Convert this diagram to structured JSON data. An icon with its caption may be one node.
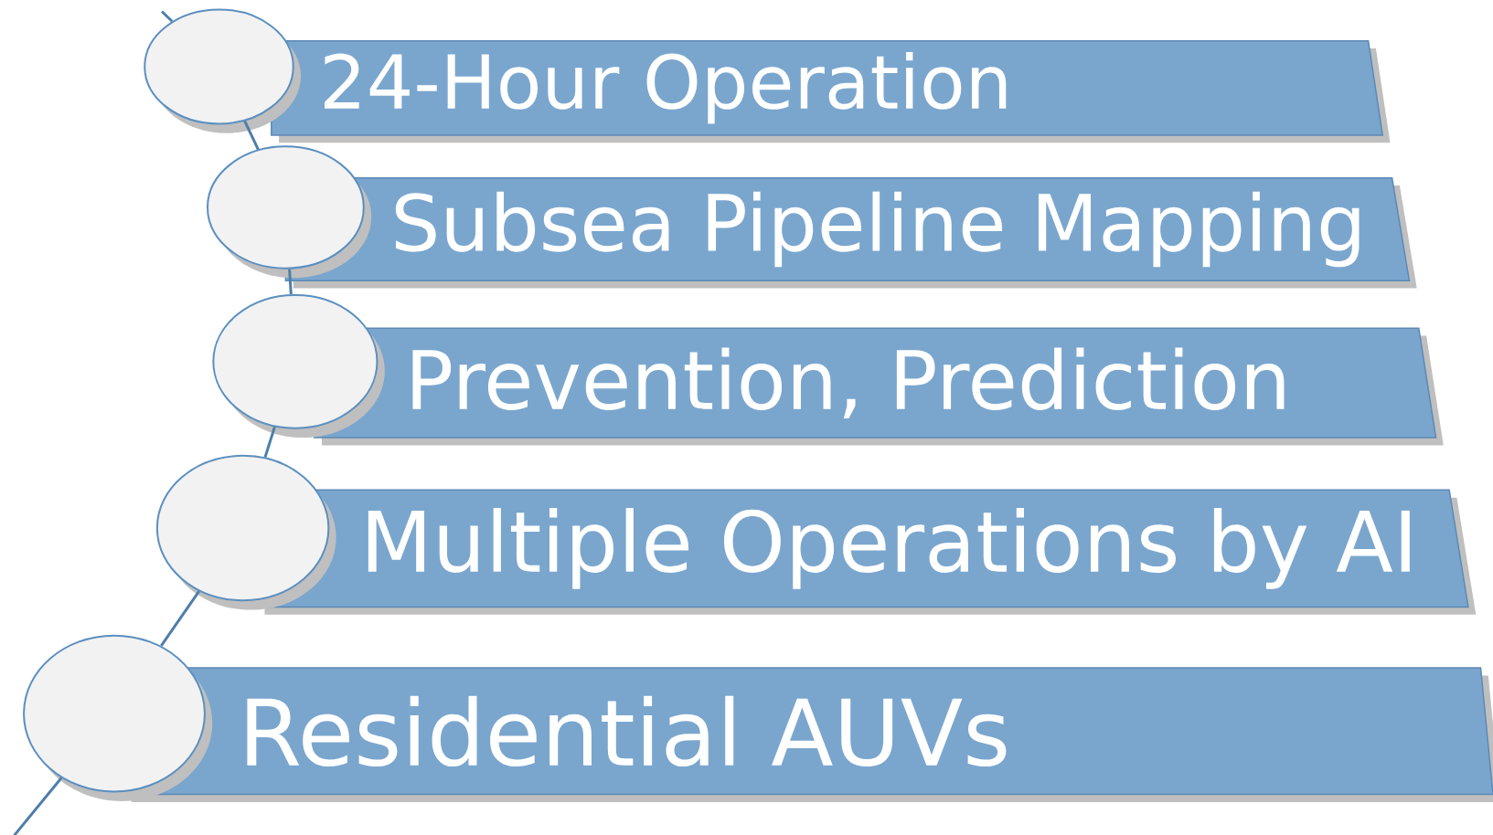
{
  "diagram": {
    "nodes": [
      {
        "text": [
          "24-Hour Operation"
        ]
      },
      {
        "text": [
          "Subsea Pipeline Mapping"
        ]
      },
      {
        "text": [
          "Prevention, Prediction"
        ]
      },
      {
        "text": [
          "Multiple Operations by AI"
        ]
      },
      {
        "text": [
          "Residential AUVs"
        ]
      },
      {
        "text": [],
        "shape": "circle"
      },
      {
        "text": [],
        "shape": "circle"
      },
      {
        "text": [],
        "shape": "circle"
      },
      {
        "text": [],
        "shape": "circle"
      },
      {
        "text": [],
        "shape": "circle"
      }
    ],
    "edges": [
      {
        "from": null,
        "to": 5,
        "arrow": "none"
      },
      {
        "from": 5,
        "to": 6,
        "arrow": "none"
      },
      {
        "from": 6,
        "to": 7,
        "arrow": "none"
      },
      {
        "from": 7,
        "to": 8,
        "arrow": "none"
      },
      {
        "from": 8,
        "to": 9,
        "arrow": "none"
      },
      {
        "from": 9,
        "to": null,
        "arrow": "none"
      }
    ]
  }
}
